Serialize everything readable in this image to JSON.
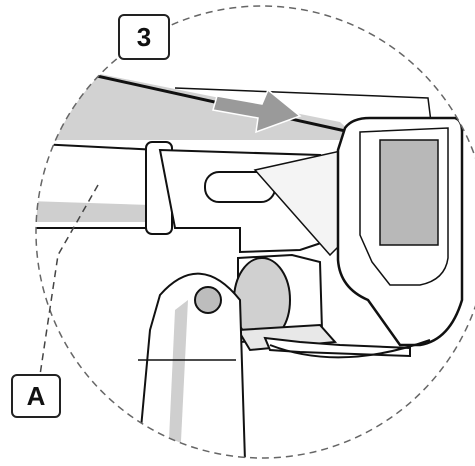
{
  "step_label": "3",
  "part_label": "A",
  "colors": {
    "outline": "#111111",
    "rail_fill": "#cfcfcf",
    "arrow": "#9a9a9a",
    "screen": "#b5b5b5",
    "background": "#ffffff"
  },
  "icons": {
    "direction": "slide-right-arrow"
  }
}
